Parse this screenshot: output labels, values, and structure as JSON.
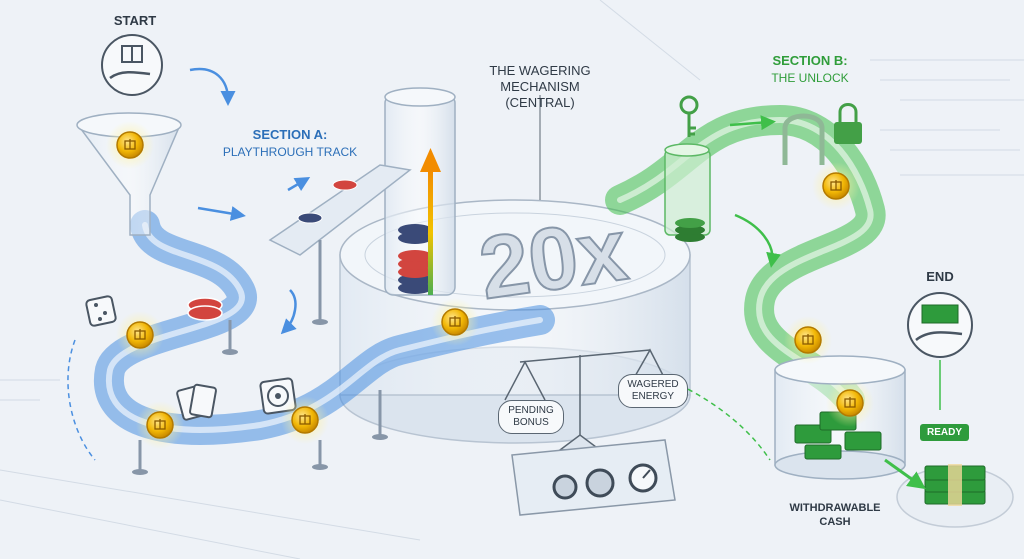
{
  "labels": {
    "start": "START",
    "section_a_title": "SECTION A:",
    "section_a_sub": "PLAYTHROUGH TRACK",
    "mechanism_line1": "THE WAGERING",
    "mechanism_line2": "MECHANISM",
    "mechanism_line3": "(CENTRAL)",
    "multiplier": "20x",
    "section_b_title": "SECTION B:",
    "section_b_sub": "THE UNLOCK",
    "end": "END",
    "pending_bonus_line1": "PENDING",
    "pending_bonus_line2": "BONUS",
    "wagered_energy_line1": "WAGERED",
    "wagered_energy_line2": "ENERGY",
    "withdrawable_line1": "WITHDRAWABLE",
    "withdrawable_line2": "CASH",
    "ready": "READY"
  },
  "icons": {
    "start": "gift-hand-icon",
    "end": "cash-hand-icon",
    "key": "key-icon",
    "lock": "padlock-icon",
    "coin": "gift-coin-icon",
    "chip": "poker-chip-icon",
    "dice": "dice-icon",
    "cards": "playing-cards-icon",
    "roulette": "roulette-wheel-icon",
    "gears": "gears-icon",
    "gauge": "gauge-icon"
  },
  "colors": {
    "blue_track": "#4a8fe0",
    "green_track": "#3fbf4a",
    "coin_gold": "#f2b705",
    "chip_red": "#d2453f",
    "chip_navy": "#3a4a78",
    "cash_green": "#2e9b3c",
    "label_blue": "#2c6fb8",
    "label_green": "#2f9d3a"
  }
}
